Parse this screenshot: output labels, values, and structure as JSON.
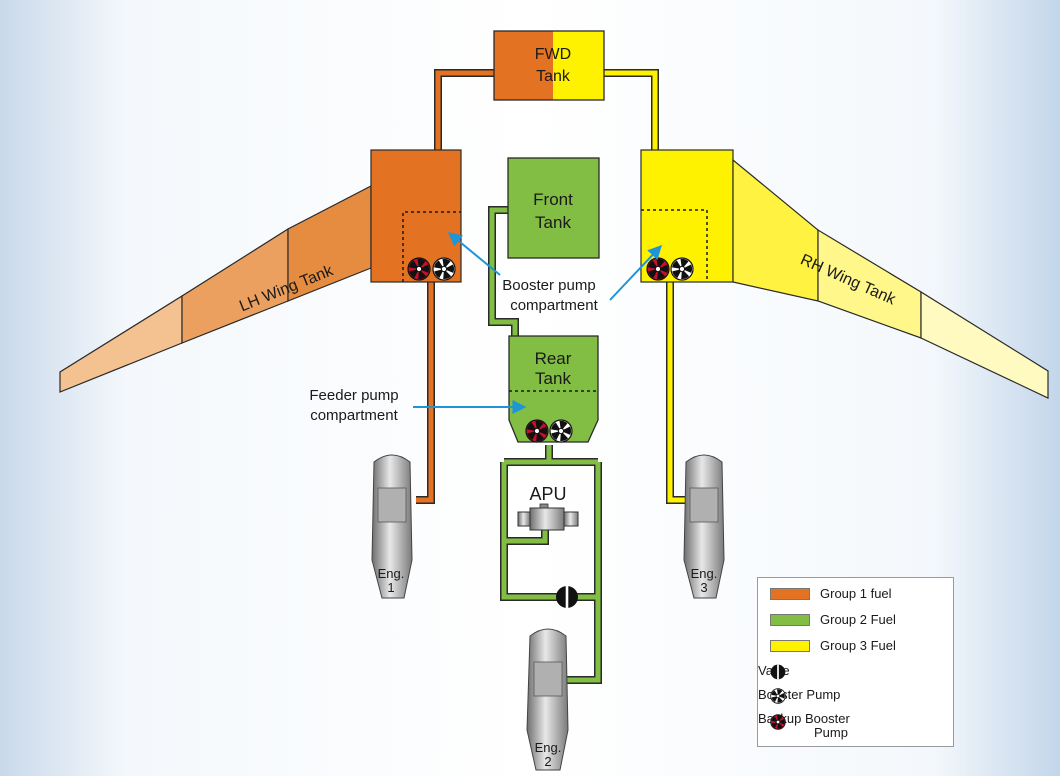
{
  "colors": {
    "group1": "#e37322",
    "group2": "#82bd44",
    "group3": "#fff200",
    "backup_pump": "#c8102e",
    "arrow": "#1e95d4"
  },
  "tanks": {
    "fwd_line1": "FWD",
    "fwd_line2": "Tank",
    "front_line1": "Front",
    "front_line2": "Tank",
    "rear_line1": "Rear",
    "rear_line2": "Tank",
    "lh_wing": "LH Wing Tank",
    "rh_wing": "RH Wing Tank"
  },
  "apu": "APU",
  "engines": {
    "eng1_line1": "Eng.",
    "eng1_line2": "1",
    "eng2_line1": "Eng.",
    "eng2_line2": "2",
    "eng3_line1": "Eng.",
    "eng3_line2": "3"
  },
  "callouts": {
    "booster_line1": "Booster pump",
    "booster_line2": "compartment",
    "feeder_line1": "Feeder pump",
    "feeder_line2": "compartment"
  },
  "legend": {
    "group1": "Group 1 fuel",
    "group2": "Group 2 Fuel",
    "group3": "Group 3 Fuel",
    "valve": "Valve",
    "booster_pump": "Booster Pump",
    "backup_line1": "Backup Booster",
    "backup_line2": "Pump"
  }
}
